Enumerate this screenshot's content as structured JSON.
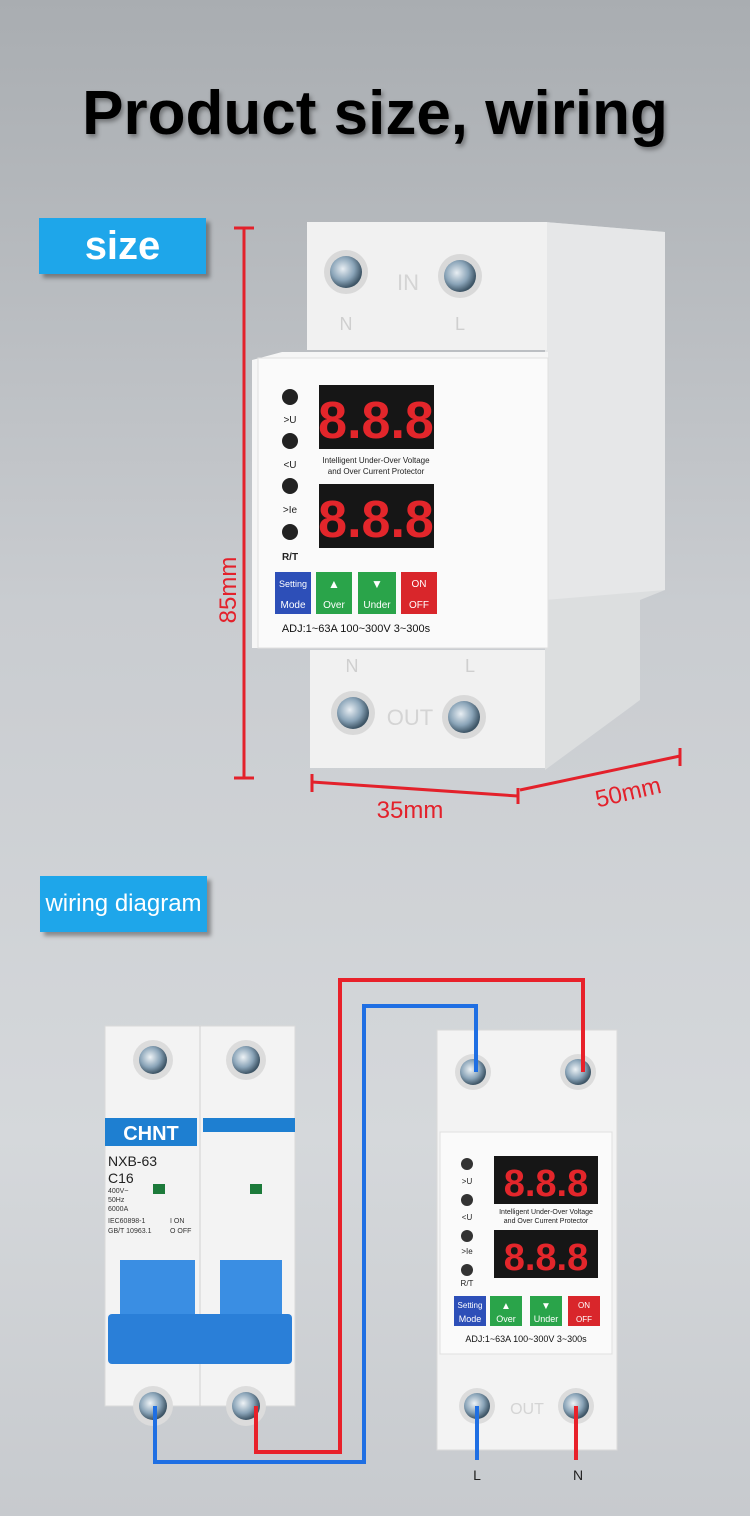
{
  "title": "Product size, wiring",
  "size_tag": "size",
  "wiring_tag": "wiring diagram",
  "dimensions": {
    "height": "85mm",
    "width": "35mm",
    "depth": "50mm"
  },
  "device": {
    "terminal_top": "IN",
    "terminal_bottom": "OUT",
    "top_n": "N",
    "top_l": "L",
    "bottom_n": "N",
    "bottom_l": "L",
    "indicators": [
      ">U",
      "<U",
      ">Ie",
      "R/T"
    ],
    "display_digits": "8.8.8",
    "description_line1": "Intelligent Under-Over Voltage",
    "description_line2": "and Over Current Protector",
    "buttons": [
      {
        "top": "Setting",
        "bottom": "Mode",
        "color": "#2d4fb8"
      },
      {
        "top": "▲",
        "bottom": "Over",
        "color": "#2aa44a"
      },
      {
        "top": "▼",
        "bottom": "Under",
        "color": "#2aa44a"
      },
      {
        "top": "ON",
        "bottom": "OFF",
        "color": "#d9262b"
      }
    ],
    "spec": "ADJ:1~63A  100~300V  3~300s"
  },
  "breaker": {
    "brand": "CHNT",
    "model": "NXB-63",
    "rating": "C16",
    "specs": [
      "400V~",
      "50Hz",
      "6000A",
      "IEC60898-1",
      "GB/T 10963.1"
    ],
    "switch_on": "I ON",
    "switch_off": "O OFF"
  },
  "wire_labels": {
    "left": "L",
    "right": "N"
  },
  "colors": {
    "wire_red": "#e8212a",
    "wire_blue": "#1f6fe3",
    "accent_tag": "#1ea6ea",
    "dimension": "#e3212b"
  }
}
